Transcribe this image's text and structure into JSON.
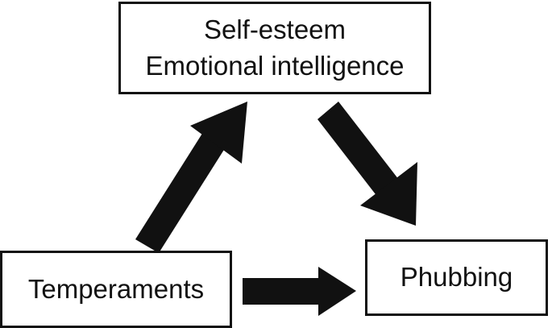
{
  "diagram": {
    "nodes": {
      "mediators": {
        "line1": "Self-esteem",
        "line2": "Emotional intelligence"
      },
      "temperaments": {
        "label": "Temperaments"
      },
      "phubbing": {
        "label": "Phubbing"
      }
    },
    "edges": [
      {
        "from": "Temperaments",
        "to": "Self-esteem / Emotional intelligence"
      },
      {
        "from": "Self-esteem / Emotional intelligence",
        "to": "Phubbing"
      },
      {
        "from": "Temperaments",
        "to": "Phubbing"
      }
    ],
    "colors": {
      "stroke": "#111111",
      "arrow_fill": "#111111",
      "background": "#ffffff"
    }
  }
}
